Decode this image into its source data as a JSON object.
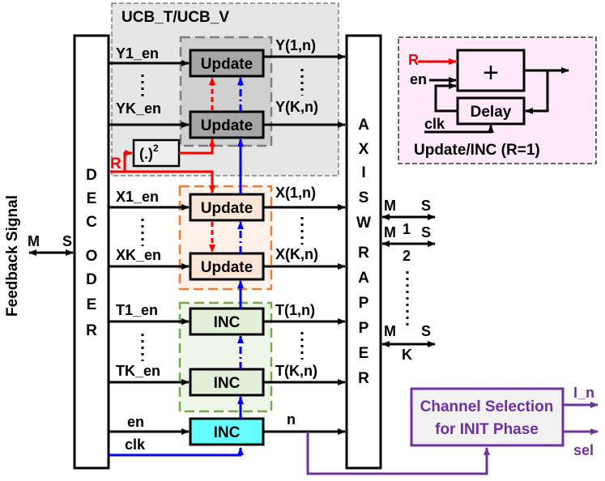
{
  "feedback_signal": "Feedback Signal",
  "feedback_m": "M",
  "feedback_s": "S",
  "decoder_letters": [
    "D",
    "E",
    "C",
    "O",
    "D",
    "E",
    "R"
  ],
  "axis_wrapper_letters": [
    "A",
    "X",
    "I",
    "S",
    "W",
    "R",
    "A",
    "P",
    "P",
    "E",
    "R"
  ],
  "ucb_group_title": "UCB_T/UCB_V",
  "signals": {
    "y1_en": "Y1_en",
    "yk_en": "YK_en",
    "x1_en": "X1_en",
    "xk_en": "XK_en",
    "t1_en": "T1_en",
    "tk_en": "TK_en",
    "en": "en",
    "clk": "clk",
    "r": "R"
  },
  "blocks": {
    "update": "Update",
    "inc": "INC",
    "square_base": "(.)",
    "square_exp": "2"
  },
  "outputs": {
    "y1": "Y(1,n)",
    "yk": "Y(K,n)",
    "x1": "X(1,n)",
    "xk": "X(K,n)",
    "t1": "T(1,n)",
    "tk": "T(K,n)",
    "n": "n"
  },
  "ports": {
    "m": "M",
    "s": "S",
    "idx1": "1",
    "idx2": "2",
    "idxk": "K"
  },
  "legend": {
    "r": "R",
    "en": "en",
    "clk": "clk",
    "plus": "+",
    "delay": "Delay",
    "caption": "Update/INC (R=1)"
  },
  "channel_selection": {
    "line1": "Channel Selection",
    "line2": "for INIT Phase",
    "out1": "I_n",
    "out2": "sel"
  },
  "colors": {
    "red": "#ff0000",
    "blue": "#0000ff",
    "purple": "#7030a0",
    "ucb_group_fill": "#e6e6e6",
    "update_y_fill": "#a6a6a6",
    "update_x_fill": "#fbe5d6",
    "inc_t_fill": "#e2f0d9",
    "inc_n_fill": "#66ffff",
    "legend_fill": "#fde9f9",
    "channel_fill": "#f2f2f2",
    "orange_dash": "#ed7d31",
    "green_dash": "#70ad47"
  }
}
